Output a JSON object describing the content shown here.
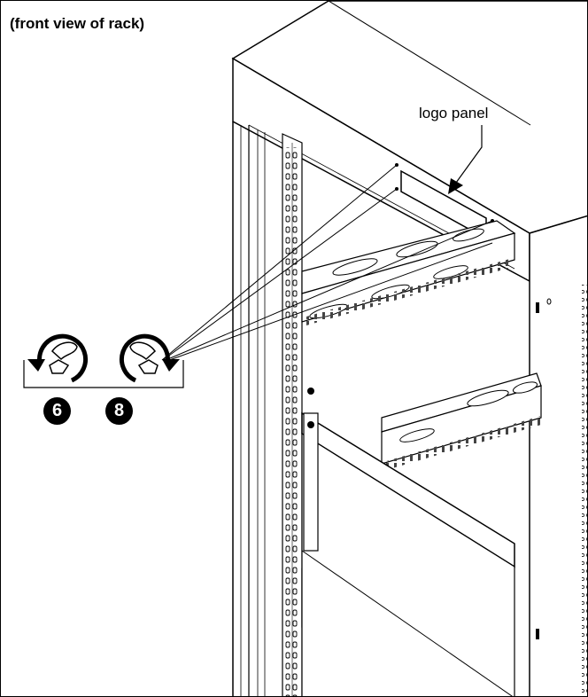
{
  "diagram": {
    "title": "(front view of rack)",
    "callout": "logo panel",
    "steps": [
      {
        "number": "6",
        "icon": "hand-rotate-counterclockwise-icon"
      },
      {
        "number": "8",
        "icon": "hand-rotate-clockwise-icon"
      }
    ]
  }
}
